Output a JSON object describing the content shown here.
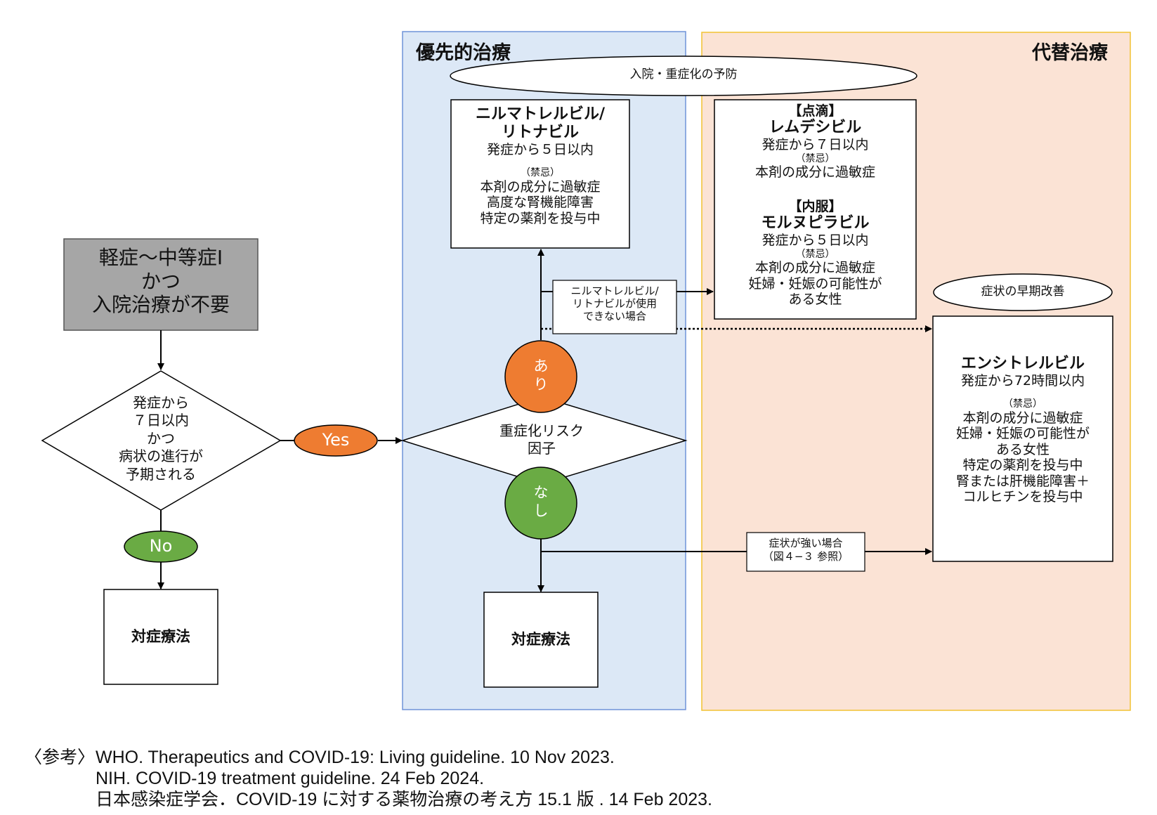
{
  "zones": {
    "priority_title": "優先的治療",
    "alternative_title": "代替治療"
  },
  "ellipses": {
    "prevention": "入院・重症化の予防",
    "early_improvement": "症状の早期改善"
  },
  "start_box": {
    "line1": "軽症～中等症Ⅰ",
    "line2": "かつ",
    "line3": "入院治療が不要"
  },
  "decision_onset": {
    "line1": "発症から",
    "line2": "７日以内",
    "line3": "かつ",
    "line4": "病状の進行が",
    "line5": "予期される"
  },
  "decision_risk": {
    "line1": "重症化リスク",
    "line2": "因子"
  },
  "pills": {
    "yes": "Yes",
    "no": "No"
  },
  "circles": {
    "present": [
      "あ",
      "り"
    ],
    "absent": [
      "な",
      "し"
    ]
  },
  "boxes": {
    "symptomatic_left": "対症療法",
    "symptomatic_center": "対症療法"
  },
  "nirmatrelvir": {
    "name1": "ニルマトレルビル/",
    "name2": "リトナビル",
    "window": "発症から５日以内",
    "contra_label": "（禁忌）",
    "contra": [
      "本剤の成分に過敏症",
      "高度な腎機能障害",
      "特定の薬剤を投与中"
    ]
  },
  "remdesivir": {
    "route": "【点滴】",
    "name": "レムデシビル",
    "window": "発症から７日以内",
    "contra_label": "（禁忌）",
    "contra": [
      "本剤の成分に過敏症"
    ]
  },
  "molnupiravir": {
    "route": "【内服】",
    "name": "モルヌピラビル",
    "window": "発症から５日以内",
    "contra_label": "（禁忌）",
    "contra": [
      "本剤の成分に過敏症",
      "妊婦・妊娠の可能性が",
      "ある女性"
    ]
  },
  "ensitrelvir": {
    "name": "エンシトレルビル",
    "window": "発症から72時間以内",
    "contra_label": "（禁忌）",
    "contra": [
      "本剤の成分に過敏症",
      "妊婦・妊娠の可能性が",
      "ある女性",
      "特定の薬剤を投与中",
      "腎または肝機能障害＋",
      "コルヒチンを投与中"
    ]
  },
  "notes": {
    "cannot_use": [
      "ニルマトレルビル/",
      "リトナビルが使用",
      "できない場合"
    ],
    "severe": [
      "症状が強い場合",
      "（図４−３ 参照）"
    ]
  },
  "references": {
    "lead": "〈参考〉",
    "lines": [
      "WHO. Therapeutics and COVID-19: Living guideline. 10 Nov 2023.",
      "NIH. COVID-19 treatment guideline. 24 Feb 2024.",
      "日本感染症学会．COVID-19 に対する薬物治療の考え方 15.1 版 . 14 Feb 2023."
    ]
  },
  "colors": {
    "priority_fill": "#dce8f6",
    "priority_border": "#6f93d8",
    "alternative_fill": "#fbe3d5",
    "alternative_border": "#f2c232",
    "orange": "#ee7c31",
    "green": "#6aab44",
    "gray": "#a6a6a6"
  }
}
